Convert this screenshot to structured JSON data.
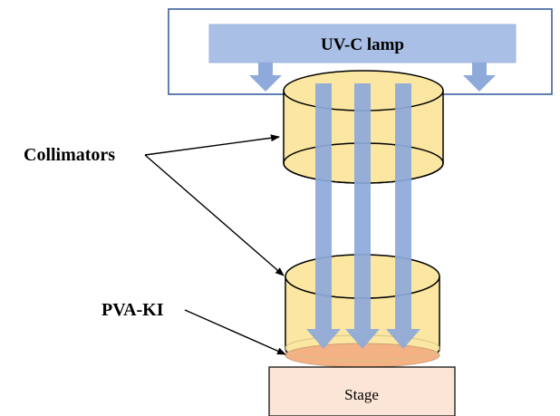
{
  "labels": {
    "lamp": "UV-C lamp",
    "collimators": "Collimators",
    "pva_ki": "PVA-KI",
    "stage": "Stage"
  },
  "colors": {
    "lamp_bar": "#a9bfe6",
    "beam": "#8eaadb",
    "collimator_fill": "#fbe7a1",
    "collimator_stroke": "#000000",
    "pva_layer": "#f4b183",
    "stage_fill": "#fbe5d6",
    "lamp_box_stroke": "#2f5597"
  }
}
